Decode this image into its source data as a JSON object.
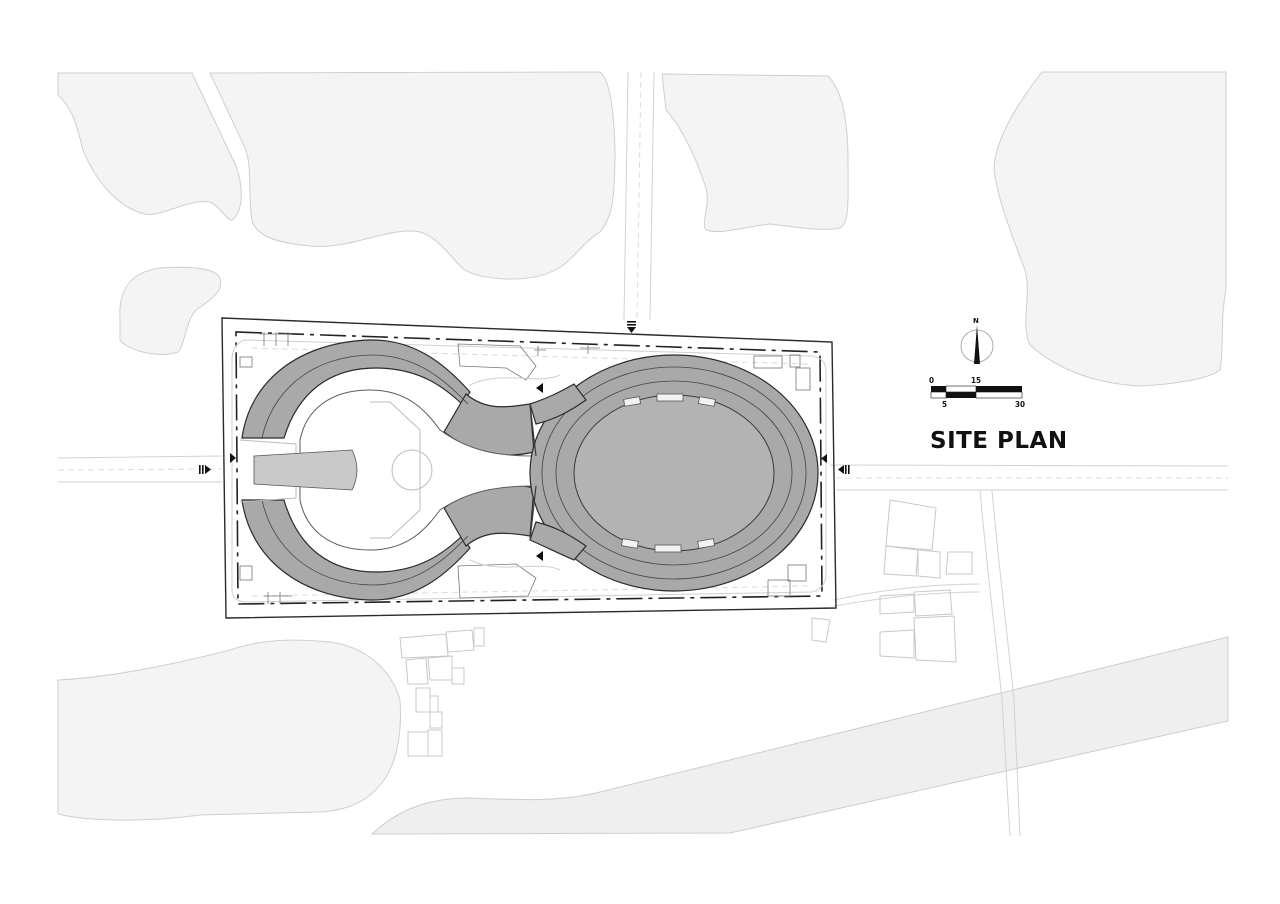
{
  "drawing": {
    "title": "SITE PLAN",
    "type": "architectural site plan",
    "north_arrow": {
      "label": "N"
    },
    "scale_bar": {
      "top_labels": [
        "0",
        "15"
      ],
      "bottom_labels": [
        "5",
        "30"
      ],
      "unit_ticks": [
        0,
        5,
        15,
        30
      ]
    },
    "entrance_markers": [
      {
        "id": "entrance-north",
        "position": "top road",
        "direction": "south"
      },
      {
        "id": "entrance-west",
        "position": "left road",
        "direction": "east"
      },
      {
        "id": "entrance-east",
        "position": "right road",
        "direction": "west"
      }
    ],
    "features": {
      "building": "figure-eight shaped building with oval courtyard (east) and open courtyard (west)",
      "skylights_count": 6,
      "land_parcels": 8,
      "neighbor_building_clusters": 3
    },
    "colors": {
      "roof": "#a9a9a9",
      "land": "#f4f4f4",
      "line": "#2a2a2a",
      "background": "#ffffff"
    }
  }
}
